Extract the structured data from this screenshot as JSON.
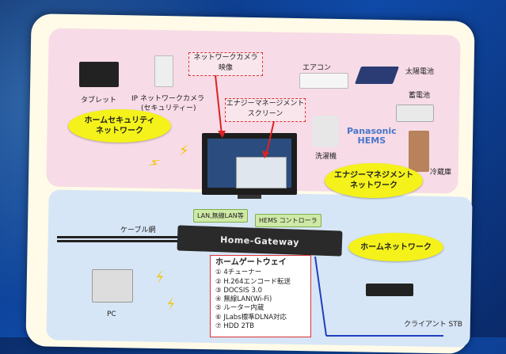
{
  "labels": {
    "tablet": "タブレット",
    "ip_camera": "IP ネットワークカメラ",
    "ip_camera_sub": "(セキュリティー)",
    "net_camera_video_1": "ネットワークカメラ",
    "net_camera_video_2": "映像",
    "energy_screen_1": "エナジーマネージメント",
    "energy_screen_2": "スクリーン",
    "aircon": "エアコン",
    "solar": "太陽電池",
    "battery": "蓄電池",
    "washer": "洗濯機",
    "fridge": "冷蔵庫",
    "panasonic_1": "Panasonic",
    "panasonic_2": "HEMS",
    "lan": "LAN,無線LAN等",
    "hems_controller": "HEMS コントローラ",
    "cable_network": "ケーブル網",
    "gateway": "Home-Gateway",
    "pc": "PC",
    "client_stb": "クライアント STB"
  },
  "ellipses": {
    "home_security_1": "ホームセキュリティ",
    "home_security_2": "ネットワーク",
    "energy_mgmt_1": "エナジーマネジメント",
    "energy_mgmt_2": "ネットワーク",
    "home_network": "ホームネットワーク"
  },
  "spec": {
    "title": "ホームゲートウェイ",
    "items": [
      "① 4チューナー",
      "② H.264エンコード転送",
      "③ DOCSIS 3.0",
      "④ 無線LAN(Wi-Fi)",
      "⑤ ルーター内蔵",
      "⑥ JLabs標準DLNA対応",
      "⑦ HDD 2TB"
    ]
  },
  "colors": {
    "accent_yellow": "#f4f21a",
    "pink_zone": "#f7dbe6",
    "blue_zone": "#d7e6f6",
    "dashed_red": "#dd3333"
  }
}
